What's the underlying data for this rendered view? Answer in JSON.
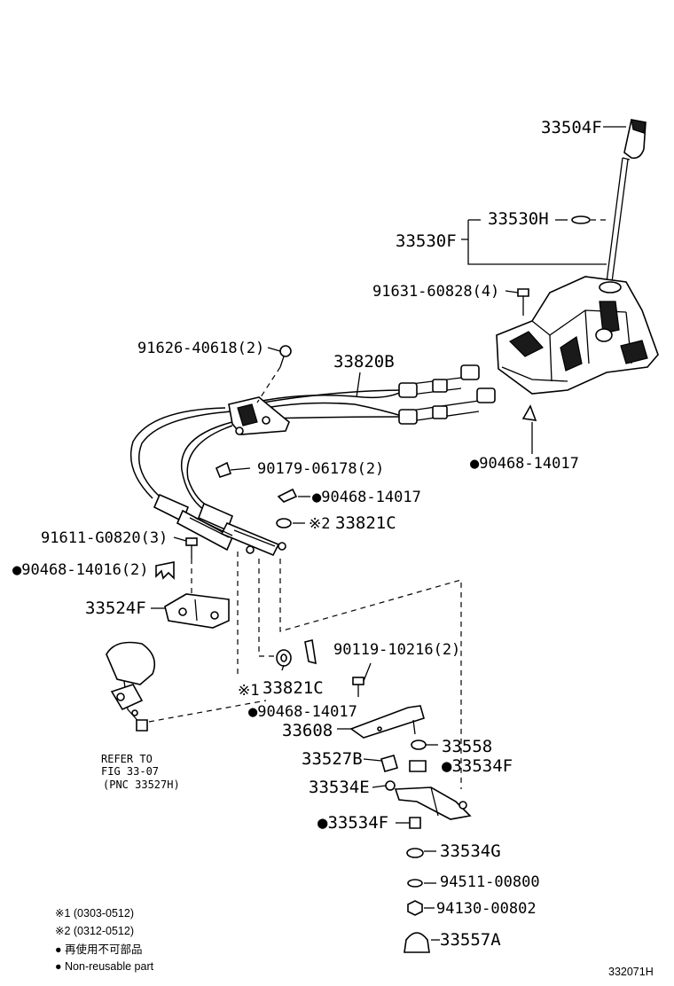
{
  "diagram_id": "332071H",
  "labels": {
    "p33504F": "33504F",
    "p33530H": "33530H",
    "p33530F": "33530F",
    "p91631": "91631-60828(4)",
    "p91626": "91626-40618(2)",
    "p33820B": "33820B",
    "p90179": "90179-06178(2)",
    "p90468_a": "●90468-14017",
    "p90468_b": "●90468-14017",
    "p33821C_a": "33821C",
    "mark2": "※2",
    "p91611": "91611-G0820(3)",
    "p90468_16": "●90468-14016(2)",
    "p33524F": "33524F",
    "p90119": "90119-10216(2)",
    "mark1": "※1",
    "p33821C_b": "33821C",
    "p90468_c": "●90468-14017",
    "p33608": "33608",
    "p33558": "33558",
    "p33527B": "33527B",
    "p33534F_a": "●33534F",
    "p33534E": "33534E",
    "p33534F_b": "●33534F",
    "p33534G": "33534G",
    "p94511": "94511-00800",
    "p94130": "94130-00802",
    "p33557A": "33557A"
  },
  "refer": {
    "line1": "REFER TO",
    "line2": "FIG 33-07",
    "line3": "(PNC 33527H)"
  },
  "notes": {
    "n1": "※1 (0303-0512)",
    "n2": "※2 (0312-0512)",
    "n3": "● 再使用不可部品",
    "n4": "● Non-reusable part"
  }
}
